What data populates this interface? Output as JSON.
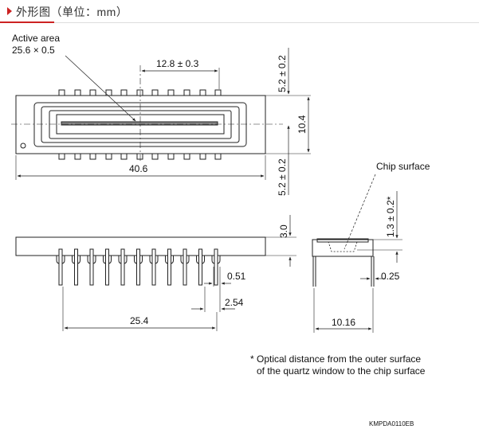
{
  "header": {
    "title": "外形图（单位：mm）",
    "accent_color": "#cc2222"
  },
  "top_view": {
    "active_area_label": "Active area",
    "active_area_value": "25.6 × 0.5",
    "pitch_dim": "12.8 ± 0.3",
    "edge_dim_top": "5.2 ± 0.2",
    "edge_dim_bottom": "5.2 ± 0.2",
    "height_dim": "10.4",
    "width_dim": "40.6"
  },
  "side_view": {
    "thickness_dim": "3.0",
    "pin_width_dim": "0.51",
    "pin_pitch_dim": "2.54",
    "pin_span_dim": "25.4"
  },
  "end_view": {
    "chip_surface_label": "Chip surface",
    "optical_dim": "1.3 ± 0.2*",
    "lead_dim": "0.25",
    "row_spacing_dim": "10.16"
  },
  "footnote": {
    "line1": "* Optical distance from the outer surface",
    "line2": "of the quartz window to the chip surface"
  },
  "drawing_code": "KMPDA0110EB"
}
